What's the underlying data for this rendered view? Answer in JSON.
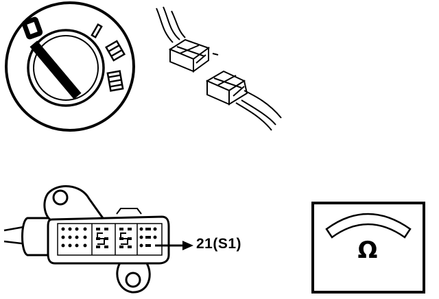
{
  "connector": {
    "pin_label": "21(S1)"
  },
  "ohmmeter": {
    "symbol": "Ω"
  },
  "switch_positions": [
    "0",
    "I",
    "II",
    "III"
  ]
}
